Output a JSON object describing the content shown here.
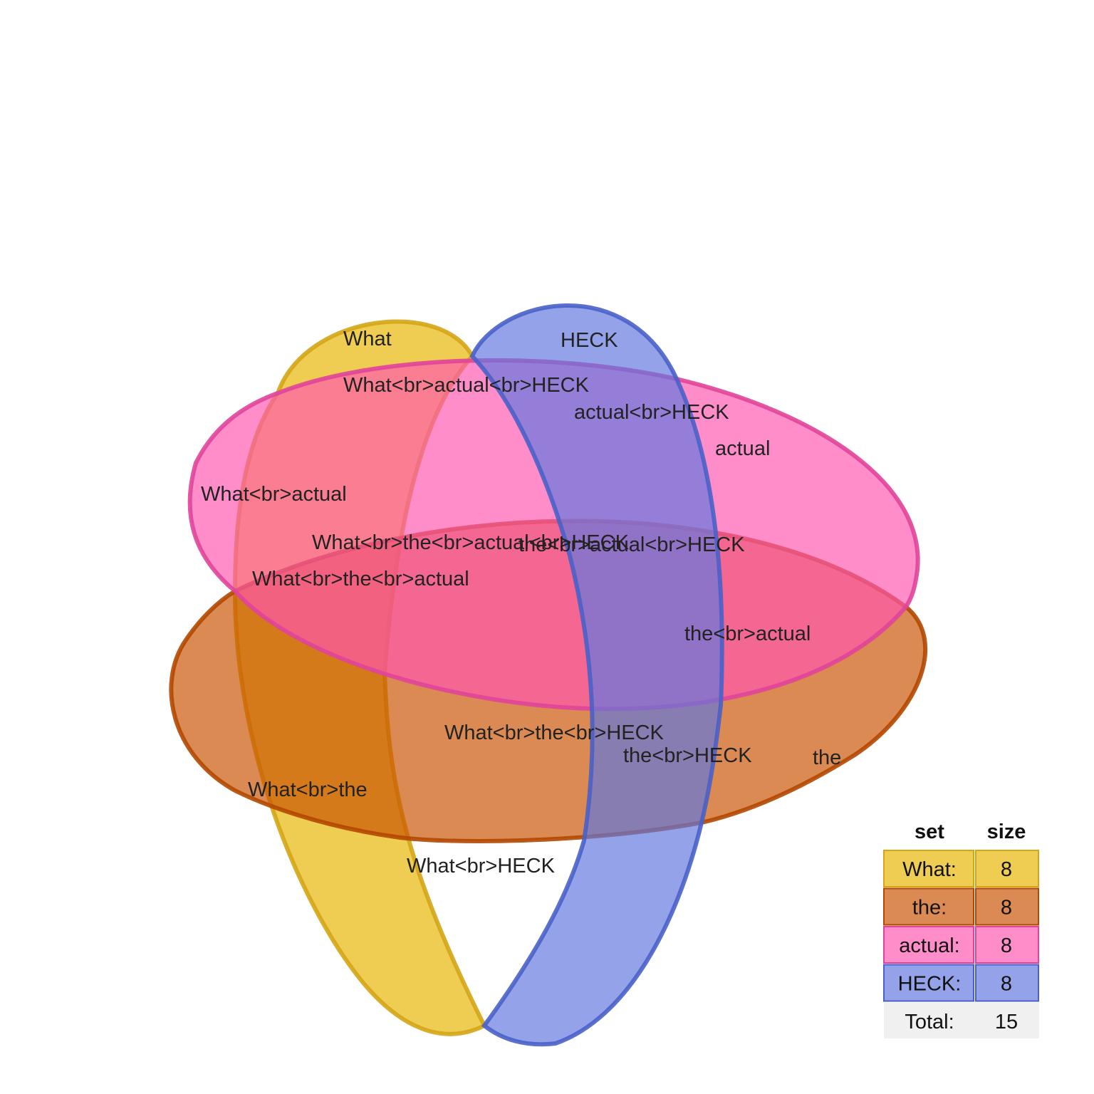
{
  "sets": [
    {
      "name": "What",
      "legend_label": "What:",
      "size": "8",
      "fill": "#E8B500",
      "stroke": "#D4A516"
    },
    {
      "name": "the",
      "legend_label": "the:",
      "size": "8",
      "fill": "#C85200",
      "stroke": "#B34700"
    },
    {
      "name": "actual",
      "legend_label": "actual:",
      "size": "8",
      "fill": "#FF57B1",
      "stroke": "#E0449A"
    },
    {
      "name": "HECK",
      "legend_label": "HECK:",
      "size": "8",
      "fill": "#6178DE",
      "stroke": "#4A60C8"
    }
  ],
  "regions": [
    {
      "text": "What",
      "color": "#222222"
    },
    {
      "text": "HECK",
      "color": "#222222"
    },
    {
      "text": "What<br>actual<br>HECK",
      "color": "#222222"
    },
    {
      "text": "actual<br>HECK",
      "color": "#222222"
    },
    {
      "text": "actual",
      "color": "#222222"
    },
    {
      "text": "What<br>actual",
      "color": "#222222"
    },
    {
      "text": "What<br>the<br>actual<br>HECK",
      "color": "#222222"
    },
    {
      "text": "the<br>actual<br>HECK",
      "color": "#222222"
    },
    {
      "text": "What<br>the<br>actual",
      "color": "#222222"
    },
    {
      "text": "the<br>actual",
      "color": "#222222"
    },
    {
      "text": "What<br>the<br>HECK",
      "color": "#222222"
    },
    {
      "text": "the<br>HECK",
      "color": "#222222"
    },
    {
      "text": "the",
      "color": "#ffffff"
    },
    {
      "text": "What<br>the",
      "color": "#222222"
    },
    {
      "text": "What<br>HECK",
      "color": "#222222"
    }
  ],
  "legend": {
    "col_set": "set",
    "col_size": "size",
    "total_label": "Total:",
    "total_value": "15",
    "total_fill": "#F0F0F0"
  }
}
